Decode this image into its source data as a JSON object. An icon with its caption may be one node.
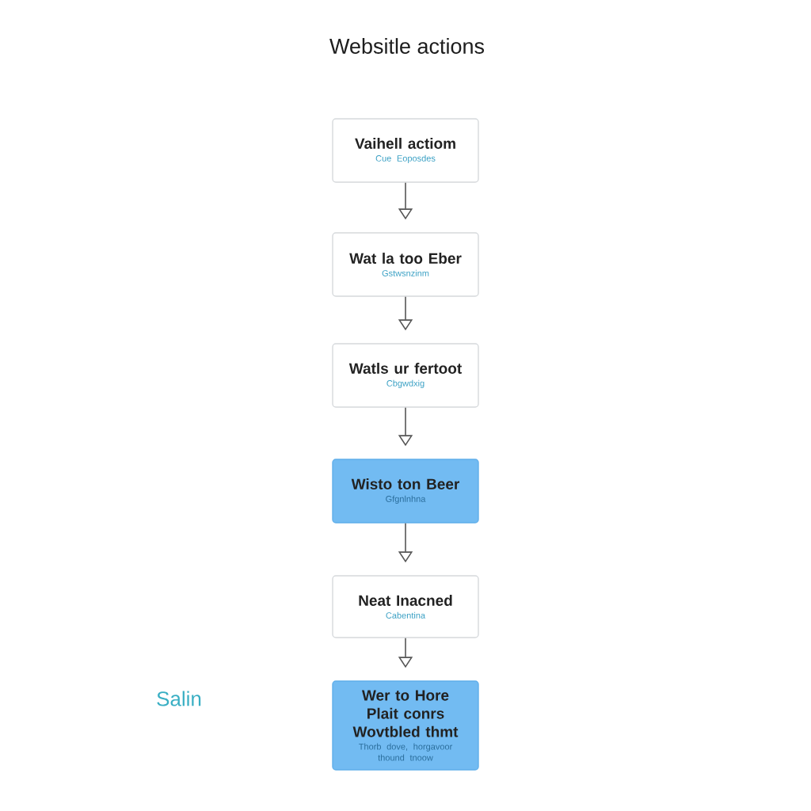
{
  "diagram": {
    "title": "Websitle actions",
    "nodes": [
      {
        "text": [
          "Vaihell actiom",
          "Cue Eoposdes"
        ]
      },
      {
        "text": [
          "Wat la too Eber",
          "Gstwsnzinm"
        ]
      },
      {
        "text": [
          "Watls ur fertoot",
          "Cbgwdxig"
        ]
      },
      {
        "text": [
          "Wisto ton Beer",
          "Gfgnlnhna"
        ]
      },
      {
        "text": [
          "Neat Inacned",
          "Cabentina"
        ]
      },
      {
        "text": [
          "Wer to Hore Plait conrs Wovtbled thmt",
          "Thorb dove, horgavoor thound tnoow"
        ]
      }
    ],
    "edges": [
      {
        "from": 0,
        "to": 1,
        "arrow": "to"
      },
      {
        "from": 1,
        "to": 2,
        "arrow": "to"
      },
      {
        "from": 2,
        "to": 3,
        "arrow": "to"
      },
      {
        "from": 3,
        "to": 4,
        "arrow": "to"
      },
      {
        "from": 4,
        "to": 5,
        "arrow": "to"
      }
    ],
    "labels": [
      "Salin"
    ]
  }
}
